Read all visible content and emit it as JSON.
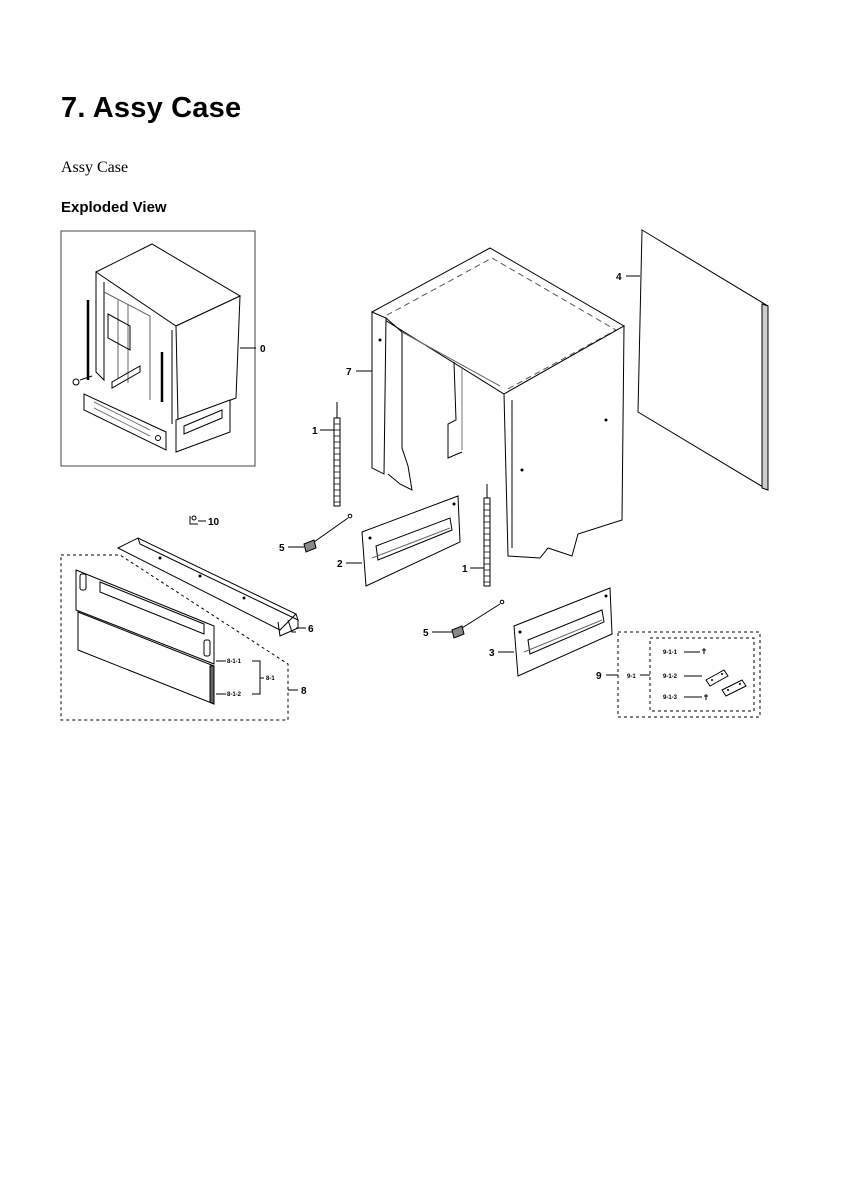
{
  "header": {
    "title": "7.  Assy Case",
    "subtitle": "Assy Case",
    "section": "Exploded View"
  },
  "callouts": {
    "c0": "0",
    "c4": "4",
    "c7": "7",
    "c1a": "1",
    "c1b": "1",
    "c10": "10",
    "c5a": "5",
    "c5b": "5",
    "c2": "2",
    "c3": "3",
    "c6": "6",
    "c8": "8",
    "c8_1": "8-1",
    "c8_1_1": "8-1-1",
    "c8_1_2": "8-1-2",
    "c9": "9",
    "c9_1": "9-1",
    "c9_1_1": "9-1-1",
    "c9_1_2": "9-1-2",
    "c9_1_3": "9-1-3"
  }
}
